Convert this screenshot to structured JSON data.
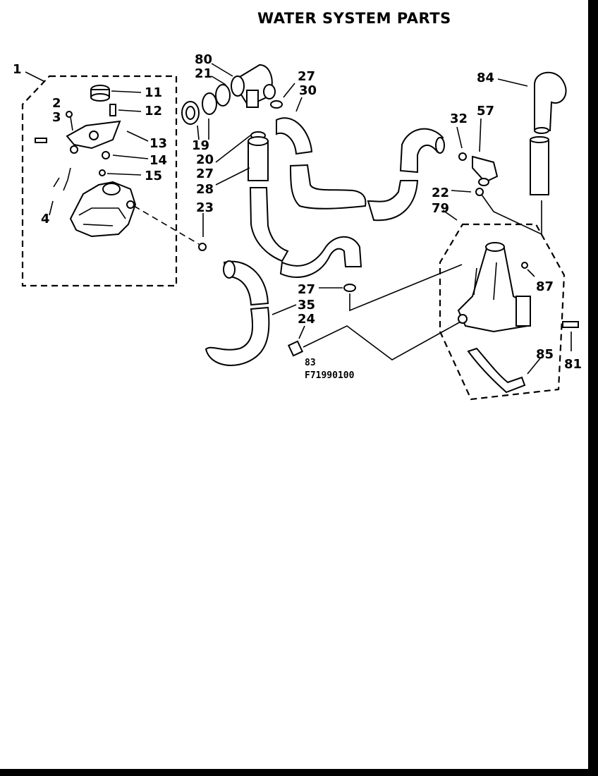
{
  "title": "WATER SYSTEM PARTS",
  "drawing_code_1": "83",
  "drawing_code_2": "F71990100",
  "labels": {
    "p1": "1",
    "p2": "2",
    "p3": "3",
    "p4": "4",
    "p11": "11",
    "p12": "12",
    "p13": "13",
    "p14": "14",
    "p15": "15",
    "p80": "80",
    "p21": "21",
    "p19": "19",
    "p20": "20",
    "p27a": "27",
    "p30": "30",
    "p27b": "27",
    "p28": "28",
    "p23": "23",
    "p84": "84",
    "p32": "32",
    "p57": "57",
    "p22": "22",
    "p79": "79",
    "p27c": "27",
    "p35": "35",
    "p24": "24",
    "p87": "87",
    "p85": "85",
    "p81": "81"
  }
}
